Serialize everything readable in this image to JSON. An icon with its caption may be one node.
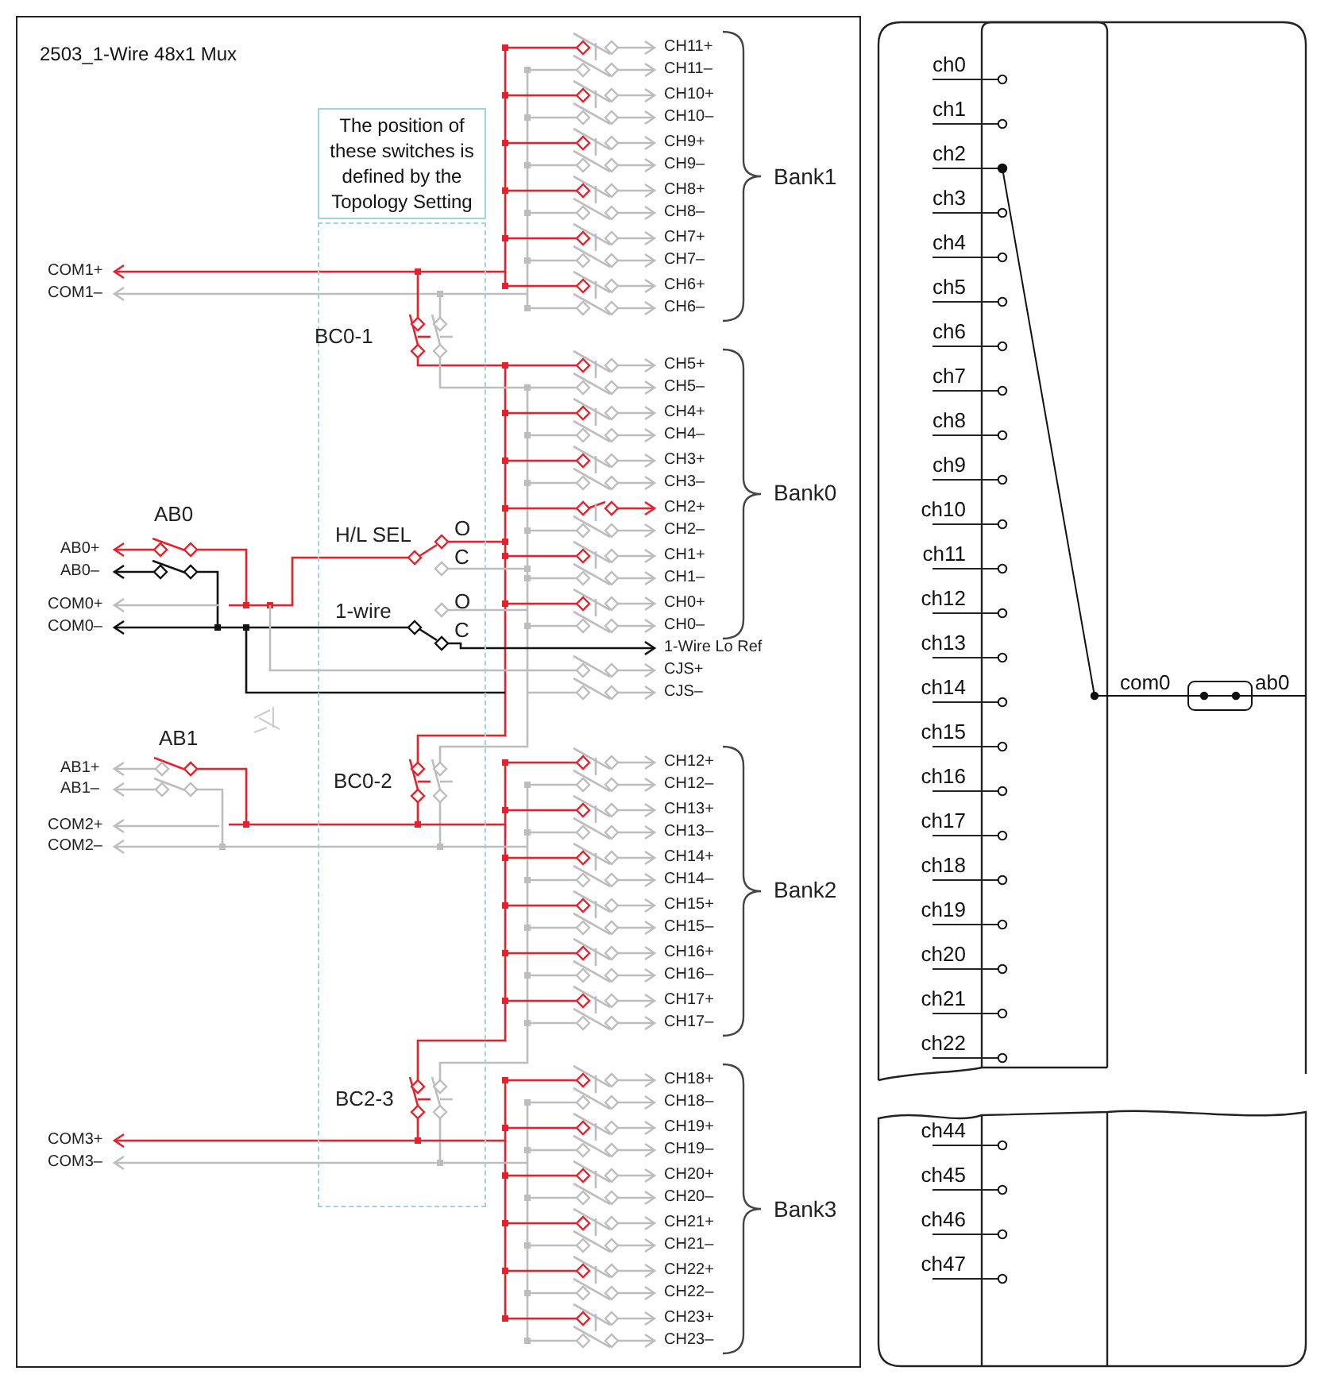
{
  "diagram": {
    "title": "2503_1-Wire 48x1 Mux",
    "nodes": [
      {
        "text": [
          "The position of these switches is defined by the Topology Setting"
        ]
      },
      {
        "text": [],
        "shape": "box"
      }
    ],
    "labels": [
      "CH11+",
      "CH11–",
      "CH10+",
      "CH10–",
      "CH9+",
      "CH9–",
      "CH8+",
      "CH8–",
      "CH7+",
      "CH7–",
      "CH6+",
      "CH6–",
      "CH5+",
      "CH5–",
      "CH4+",
      "CH4–",
      "CH3+",
      "CH3–",
      "CH2+",
      "CH2–",
      "CH1+",
      "CH1–",
      "CH0+",
      "CH0–",
      "1-Wire Lo Ref",
      "CJS+",
      "CJS–",
      "CH12+",
      "CH12–",
      "CH13+",
      "CH13–",
      "CH14+",
      "CH14–",
      "CH15+",
      "CH15–",
      "CH16+",
      "CH16–",
      "CH17+",
      "CH17–",
      "CH18+",
      "CH18–",
      "CH19+",
      "CH19–",
      "CH20+",
      "CH20–",
      "CH21+",
      "CH21–",
      "CH22+",
      "CH22–",
      "CH23+",
      "CH23–",
      "COM1+",
      "COM1–",
      "BC0-1",
      "AB0",
      "AB0+",
      "AB0–",
      "H/L SEL",
      "O",
      "C",
      "COM0+",
      "COM0–",
      "1-wire",
      "O",
      "C",
      "AB1",
      "AB1+",
      "AB1–",
      "BC0-2",
      "COM2+",
      "COM2–",
      "BC2-3",
      "COM3+",
      "COM3–",
      "Bank1",
      "Bank0",
      "Bank2",
      "Bank3",
      "ch0",
      "ch1",
      "ch2",
      "ch3",
      "ch4",
      "ch5",
      "ch6",
      "ch7",
      "ch8",
      "ch9",
      "ch10",
      "ch11",
      "ch12",
      "ch13",
      "ch14",
      "ch15",
      "ch16",
      "ch17",
      "ch18",
      "ch19",
      "ch20",
      "ch21",
      "ch22",
      "ch44",
      "ch45",
      "ch46",
      "ch47",
      "com0",
      "ab0"
    ]
  }
}
